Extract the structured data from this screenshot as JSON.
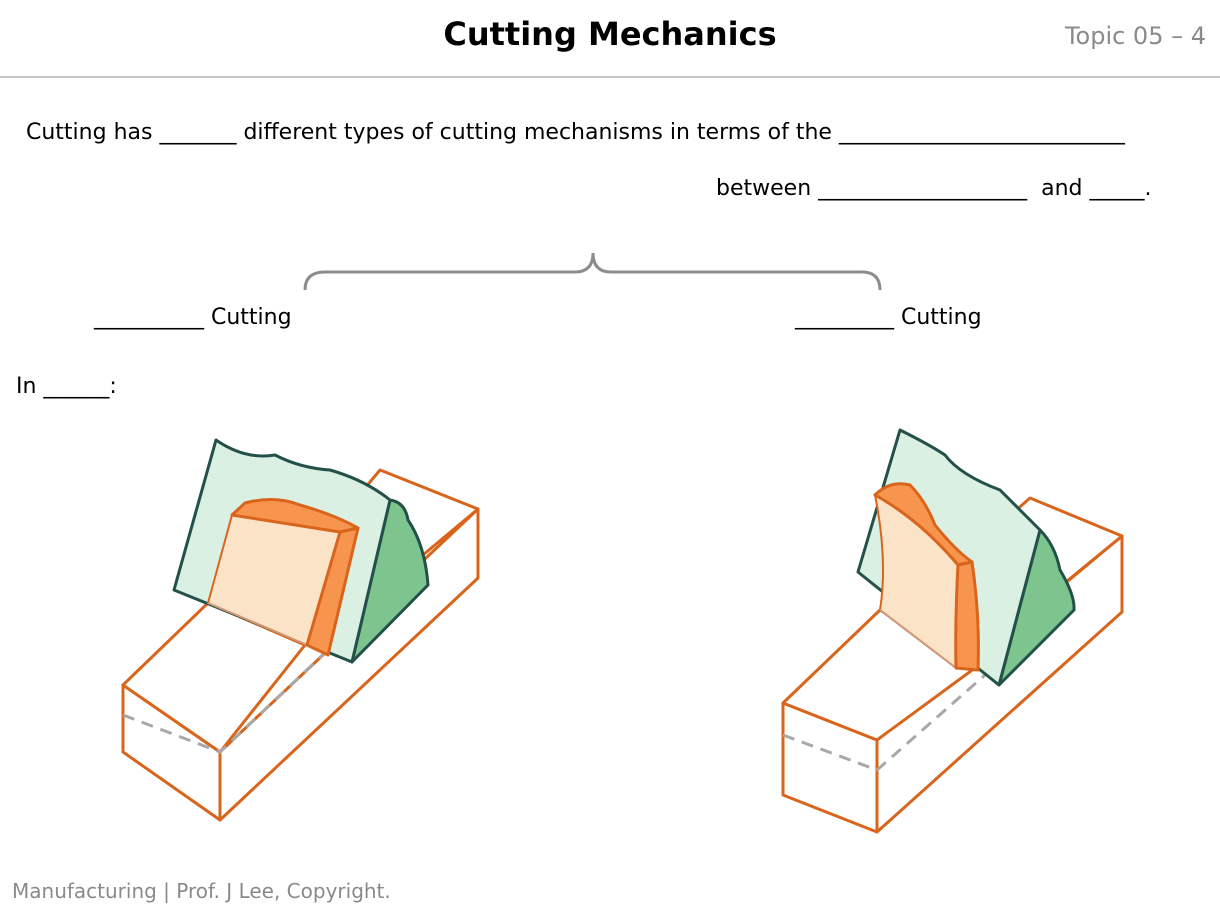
{
  "header": {
    "title": "Cutting Mechanics",
    "topic": "Topic 05 – 4"
  },
  "body": {
    "line1": "Cutting has _______ different types of cutting mechanisms in terms of the __________________________",
    "line2": "between ___________________  and _____.",
    "left_label": "__________ Cutting",
    "right_label": "_________ Cutting",
    "in_label": "In ______:"
  },
  "footer": {
    "text": "Manufacturing | Prof. J Lee, Copyright."
  },
  "colors": {
    "workpiece_edge": "#d9651c",
    "chip_top": "#f7954f",
    "chip_face": "#fbe3c8",
    "tool_face": "#daf0e2",
    "tool_side": "#7dc48f",
    "tool_edge": "#24504a",
    "brace": "#8c8c8c"
  },
  "figures": [
    {
      "name": "left-cutting-diagram"
    },
    {
      "name": "right-cutting-diagram"
    }
  ]
}
